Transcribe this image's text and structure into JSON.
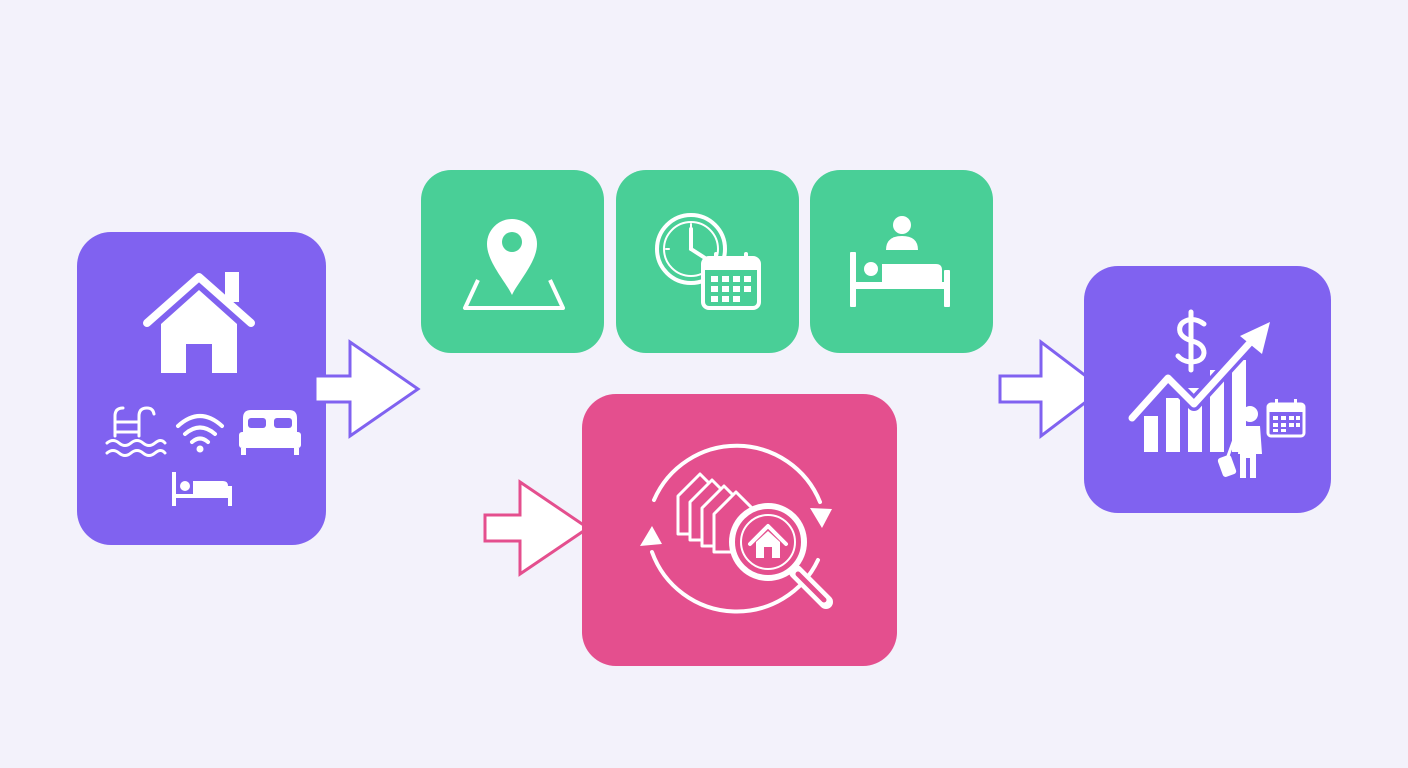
{
  "diagram": {
    "nodes": [
      {
        "id": "property",
        "color": "#8062f0",
        "icons": [
          "house-icon",
          "pool-icon",
          "wifi-icon",
          "double-bed-icon",
          "single-bed-icon"
        ]
      },
      {
        "id": "location",
        "color": "#49cf97",
        "icons": [
          "map-pin-icon"
        ]
      },
      {
        "id": "availability",
        "color": "#49cf97",
        "icons": [
          "clock-icon",
          "calendar-icon"
        ]
      },
      {
        "id": "occupancy",
        "color": "#49cf97",
        "icons": [
          "guest-bed-icon"
        ]
      },
      {
        "id": "comparables",
        "color": "#e44f8e",
        "icons": [
          "cycle-arrows-icon",
          "house-stack-icon",
          "magnifier-icon"
        ]
      },
      {
        "id": "pricing",
        "color": "#8062f0",
        "icons": [
          "dollar-icon",
          "growth-chart-icon",
          "traveler-icon",
          "calendar-icon"
        ]
      }
    ],
    "edges": [
      {
        "from": "property",
        "to": "location",
        "arrow_color": "#8062f0"
      },
      {
        "from": "property",
        "to": "comparables",
        "arrow_color": "#e44f8e"
      },
      {
        "from": "occupancy",
        "to": "pricing",
        "arrow_color": "#8062f0"
      }
    ]
  }
}
